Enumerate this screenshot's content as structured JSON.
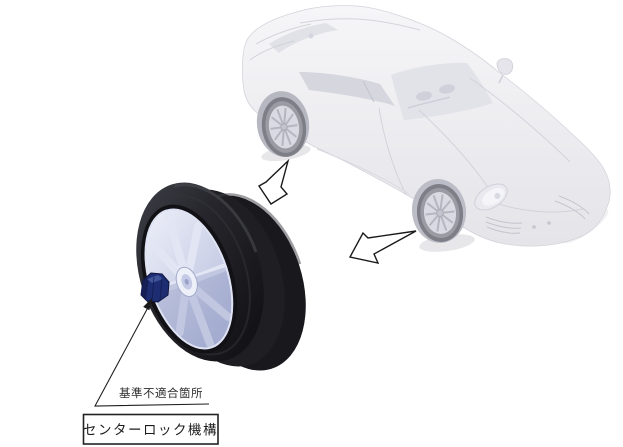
{
  "figure": {
    "annotations": {
      "defect_point_label": "基準不適合箇所",
      "mechanism_box_label": "センターロック機構"
    },
    "colors": {
      "background": "#ffffff",
      "car_body": "#ececef",
      "tire": "#1e1e23",
      "wheel_rim": "#aeb5d6",
      "center_lock_nut": "#1e2c72",
      "annotation_line": "#1f1f1f"
    },
    "icons": {
      "hollow_arrow_rear": "outline-arrow-down-left",
      "hollow_arrow_front": "outline-arrow-left",
      "leader_arrow": "thin-arrow-pointing-to-center-lock-nut"
    }
  }
}
